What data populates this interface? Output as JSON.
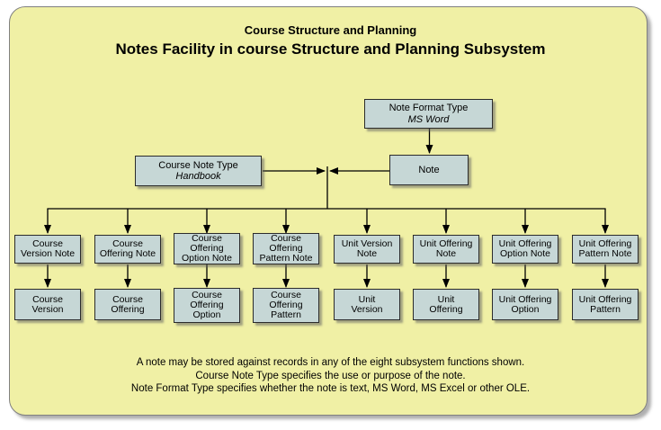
{
  "titles": {
    "suptitle": "Course Structure and Planning",
    "title": "Notes Facility in course Structure and Planning Subsystem"
  },
  "colors": {
    "panel_bg": "#F0F0A5",
    "panel_border": "#808080",
    "box_bg": "#C6D7D6",
    "box_border": "#2B2B2B",
    "connector": "#000000",
    "text": "#000000"
  },
  "nodes": {
    "note_format_type": {
      "line1": "Note Format Type",
      "line2": "MS Word"
    },
    "course_note_type": {
      "line1": "Course Note Type",
      "line2": "Handbook"
    },
    "note": {
      "label": "Note"
    }
  },
  "columns": [
    {
      "note_label": "Course\nVersion Note",
      "entity_label": "Course\nVersion"
    },
    {
      "note_label": "Course\nOffering Note",
      "entity_label": "Course\nOffering"
    },
    {
      "note_label": "Course\nOffering\nOption Note",
      "entity_label": "Course\nOffering\nOption"
    },
    {
      "note_label": "Course\nOffering\nPattern Note",
      "entity_label": "Course\nOffering\nPattern"
    },
    {
      "note_label": "Unit Version\nNote",
      "entity_label": "Unit\nVersion"
    },
    {
      "note_label": "Unit Offering\nNote",
      "entity_label": "Unit\nOffering"
    },
    {
      "note_label": "Unit Offering\nOption Note",
      "entity_label": "Unit Offering\nOption"
    },
    {
      "note_label": "Unit Offering\nPattern Note",
      "entity_label": "Unit Offering\nPattern"
    }
  ],
  "footnotes": [
    "A note may be stored against records in any of the eight subsystem functions shown.",
    "Course Note Type specifies the use or purpose of the note.",
    "Note Format Type specifies whether the note is text, MS Word, MS Excel or other OLE."
  ]
}
